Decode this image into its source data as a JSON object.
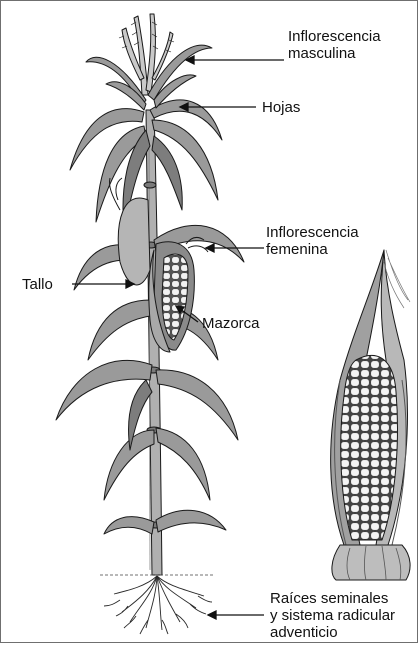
{
  "labels": {
    "male_flower_line1": "Inflorescencia",
    "male_flower_line2": "masculina",
    "leaves": "Hojas",
    "female_flower_line1": "Inflorescencia",
    "female_flower_line2": "femenina",
    "stem": "Tallo",
    "ear": "Mazorca",
    "roots_line1": "Raíces seminales",
    "roots_line2": "y sistema radicular",
    "roots_line3": "adventicio"
  },
  "colors": {
    "ink": "#1a1a1a",
    "leaf_fill": "#9a9a9a",
    "leaf_dark": "#6e6e6e",
    "kernel": "#f2f2f2",
    "frame": "#6f6f6f"
  }
}
